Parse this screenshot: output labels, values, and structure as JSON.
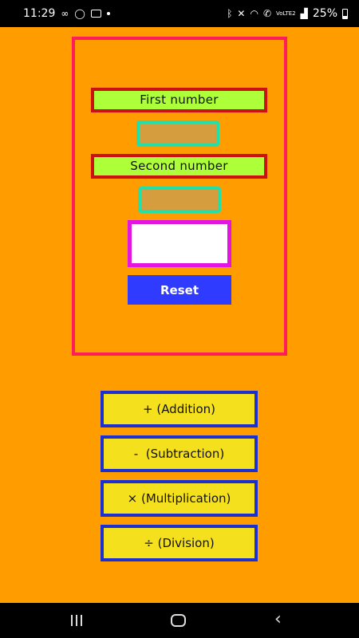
{
  "status_bar": {
    "time": "11:29",
    "battery": "25%",
    "network_label": "VoLTE2",
    "left_icons": [
      "infinity-icon",
      "whatsapp-icon",
      "gallery-icon",
      "notification-dot-icon"
    ],
    "right_icons": [
      "bluetooth-icon",
      "mute-icon",
      "wifi-icon",
      "wifi-calling-icon",
      "signal-icon",
      "battery-icon"
    ]
  },
  "calculator": {
    "first_label": "First number",
    "first_value": "",
    "second_label": "Second number",
    "second_value": "",
    "result_value": "",
    "reset_label": "Reset"
  },
  "operations": [
    {
      "label": "+ (Addition)"
    },
    {
      "label": "-  (Subtraction)"
    },
    {
      "label": "× (Multiplication)"
    },
    {
      "label": "÷ (Division)"
    }
  ],
  "colors": {
    "background": "#ff9d00",
    "card_border": "#ff1e5a",
    "label_fill": "#adff3a",
    "label_border": "#cc1111",
    "input_fill": "#d69d3f",
    "input_border": "#22e0a8",
    "result_border": "#e116e1",
    "reset_fill": "#2f3bff",
    "op_fill": "#f5e01e",
    "op_border": "#1c2fd0"
  },
  "nav_bar": {
    "icons": [
      "recent-apps-icon",
      "home-icon",
      "back-icon"
    ]
  }
}
